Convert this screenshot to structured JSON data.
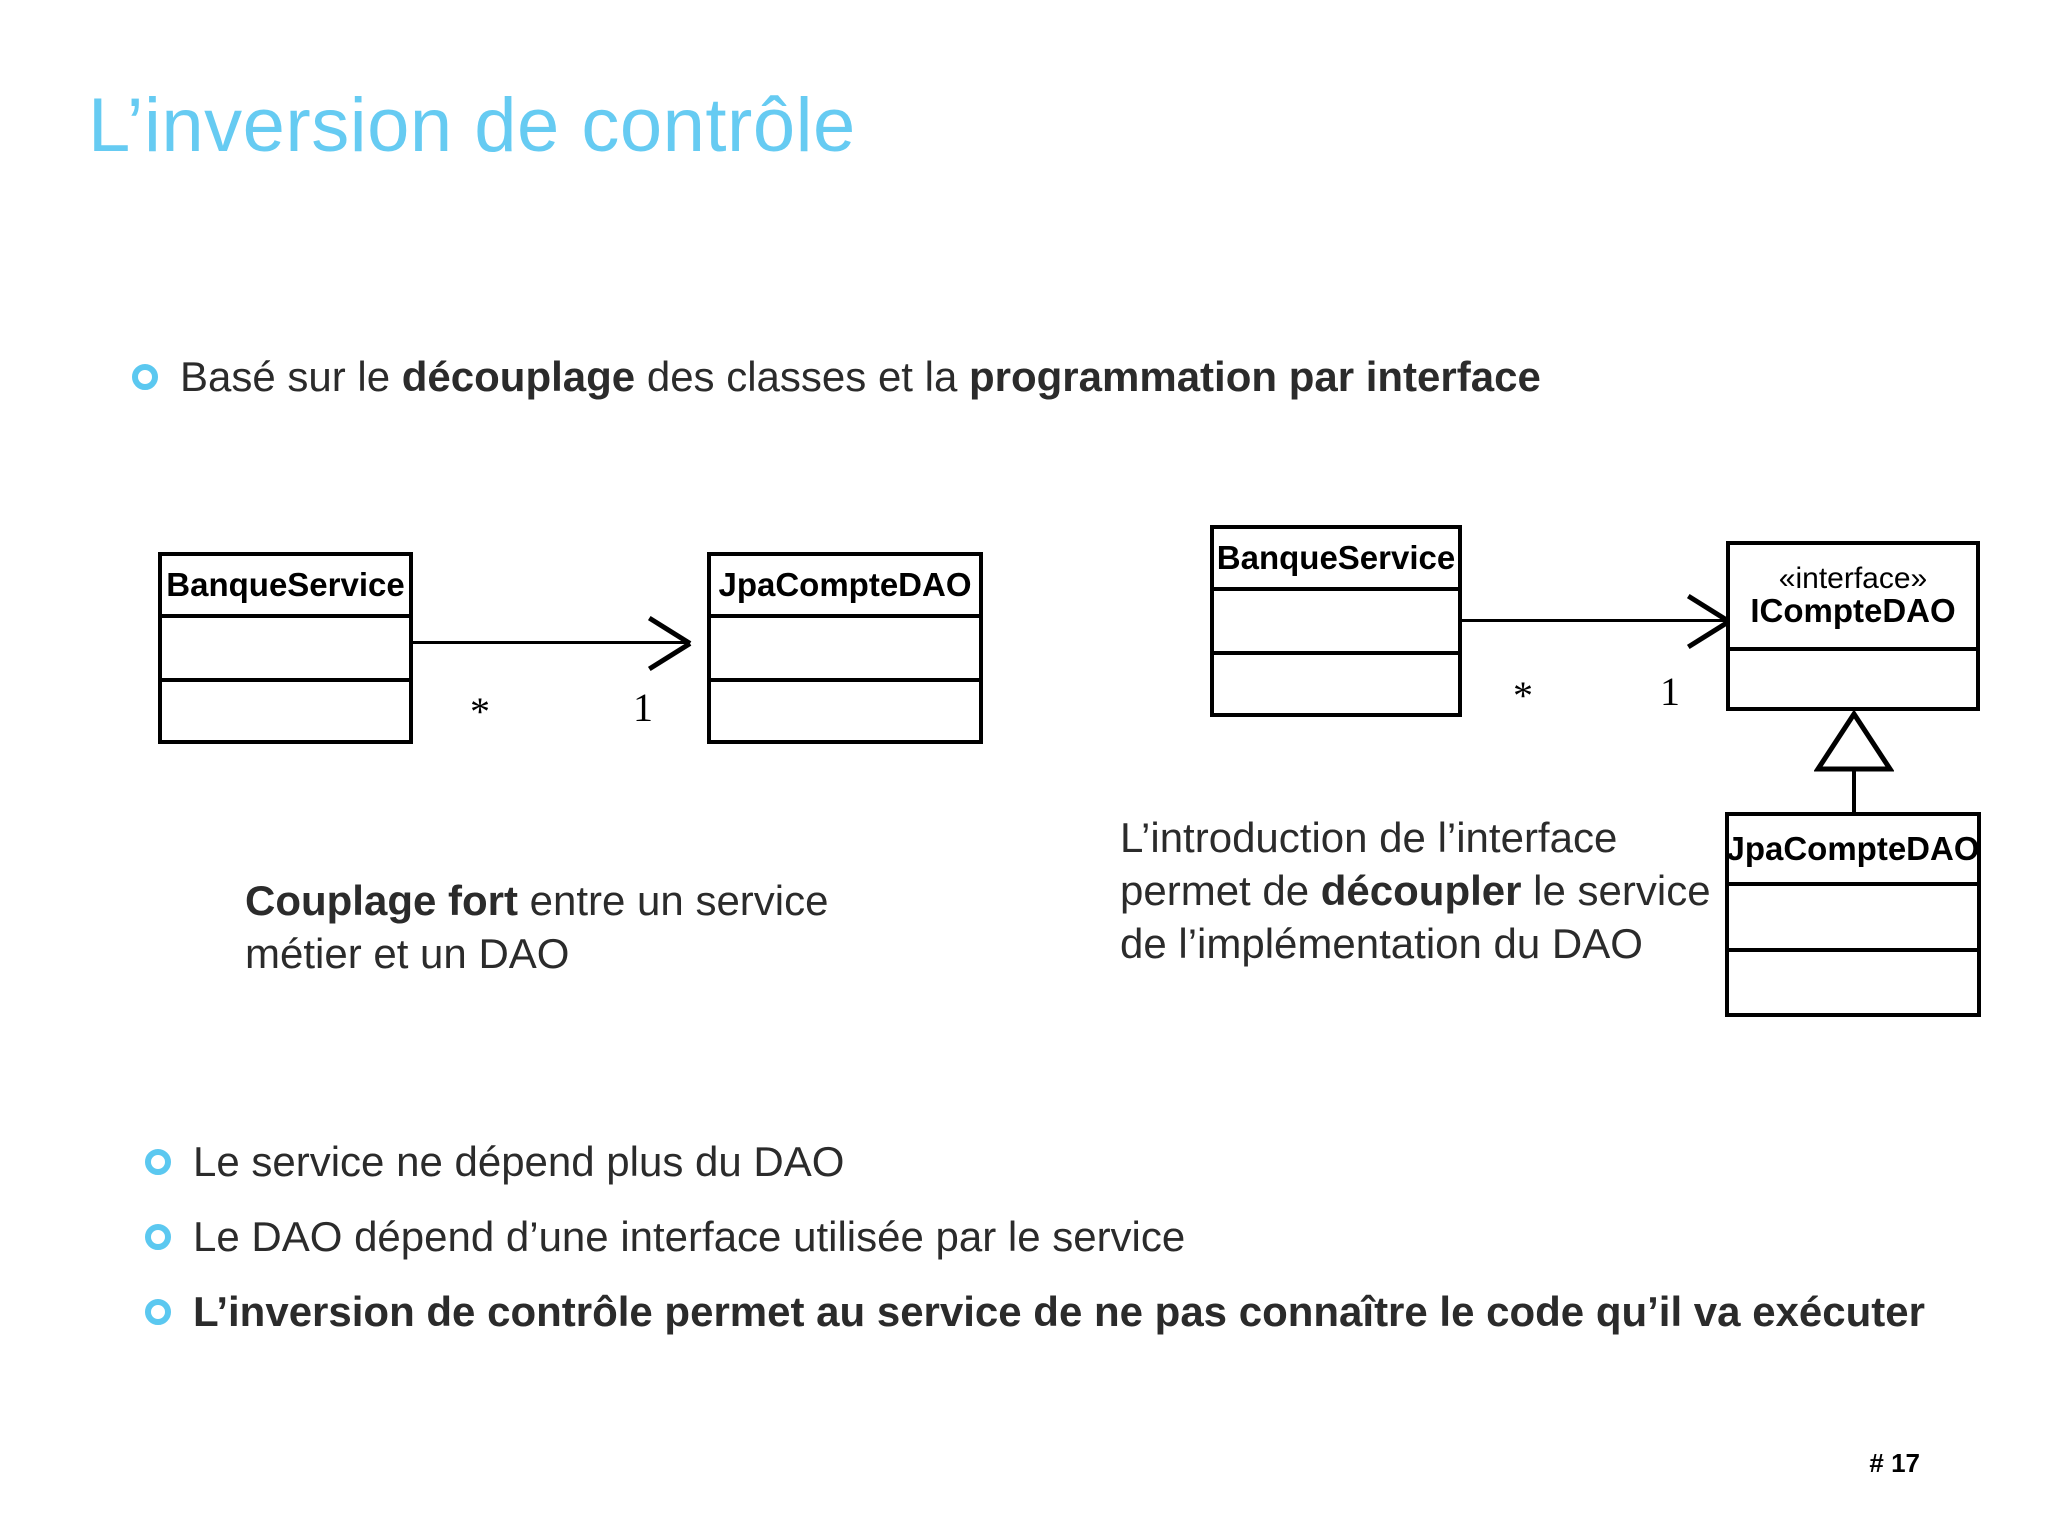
{
  "slide": {
    "title": "L’inversion de contrôle",
    "title_color": "#66CBF2",
    "background_color": "#FFFFFF",
    "bullet_marker_color": "#5BC8F0",
    "page_number": "# 17"
  },
  "intro_bullet": {
    "prefix": "Basé sur le ",
    "bold1": "découplage",
    "middle": " des classes et la ",
    "bold2": "programmation par interface"
  },
  "diagrams": {
    "left": {
      "source_class": "BanqueService",
      "target_class": "JpaCompteDAO",
      "source_multiplicity": "*",
      "target_multiplicity": "1"
    },
    "right": {
      "source_class": "BanqueService",
      "interface_stereotype": "«interface»",
      "interface_name": "ICompteDAO",
      "impl_class": "JpaCompteDAO",
      "source_multiplicity": "*",
      "target_multiplicity": "1"
    }
  },
  "captions": {
    "left": {
      "bold": "Couplage fort",
      "rest": " entre un service métier et un DAO"
    },
    "right": {
      "part1": "L’introduction de l’interface permet de ",
      "bold": "découpler",
      "part2": " le service de l’implémentation du DAO"
    }
  },
  "bullets": [
    {
      "text": "Le service ne dépend plus du DAO",
      "bold": false
    },
    {
      "text": "Le DAO dépend d’une interface utilisée par le service",
      "bold": false
    },
    {
      "text": "L’inversion de contrôle permet au service de ne pas connaître le code qu’il va exécuter",
      "bold": true
    }
  ]
}
